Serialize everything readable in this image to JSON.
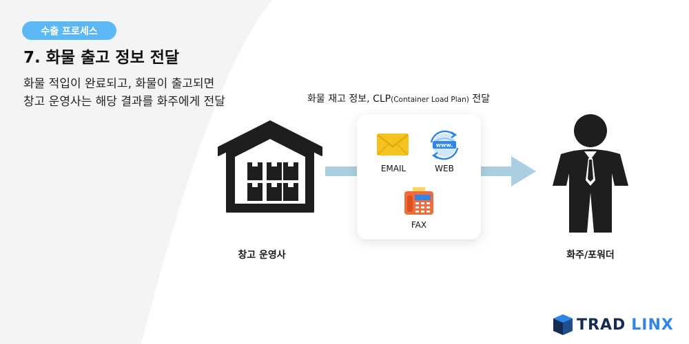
{
  "header": {
    "badge": "수출 프로세스",
    "title": "7. 화물 출고 정보 전달",
    "desc_line1": "화물 적입이 완료되고, 화물이 출고되면",
    "desc_line2": "창고 운영사는 해당 결과를 화주에게 전달"
  },
  "flow": {
    "label_main": "화물 재고 정보, CLP",
    "label_small": "(Container Load Plan)",
    "label_end": " 전달",
    "channels": [
      {
        "label": "EMAIL",
        "icon": "envelope-icon",
        "color": "#f5c320"
      },
      {
        "label": "WEB",
        "icon": "globe-www-icon",
        "color": "#2f86e8"
      },
      {
        "label": "FAX",
        "icon": "fax-icon",
        "color": "#f26b3a"
      }
    ],
    "web_icon_text": "www."
  },
  "nodes": {
    "warehouse": "창고 운영사",
    "shipper": "화주/포워더"
  },
  "brand": {
    "part1": "TRAD",
    "part2": "LINX"
  },
  "colors": {
    "accent": "#5cb8f5",
    "arrow": "#a9cfe0",
    "dark": "#1e1e1e"
  }
}
